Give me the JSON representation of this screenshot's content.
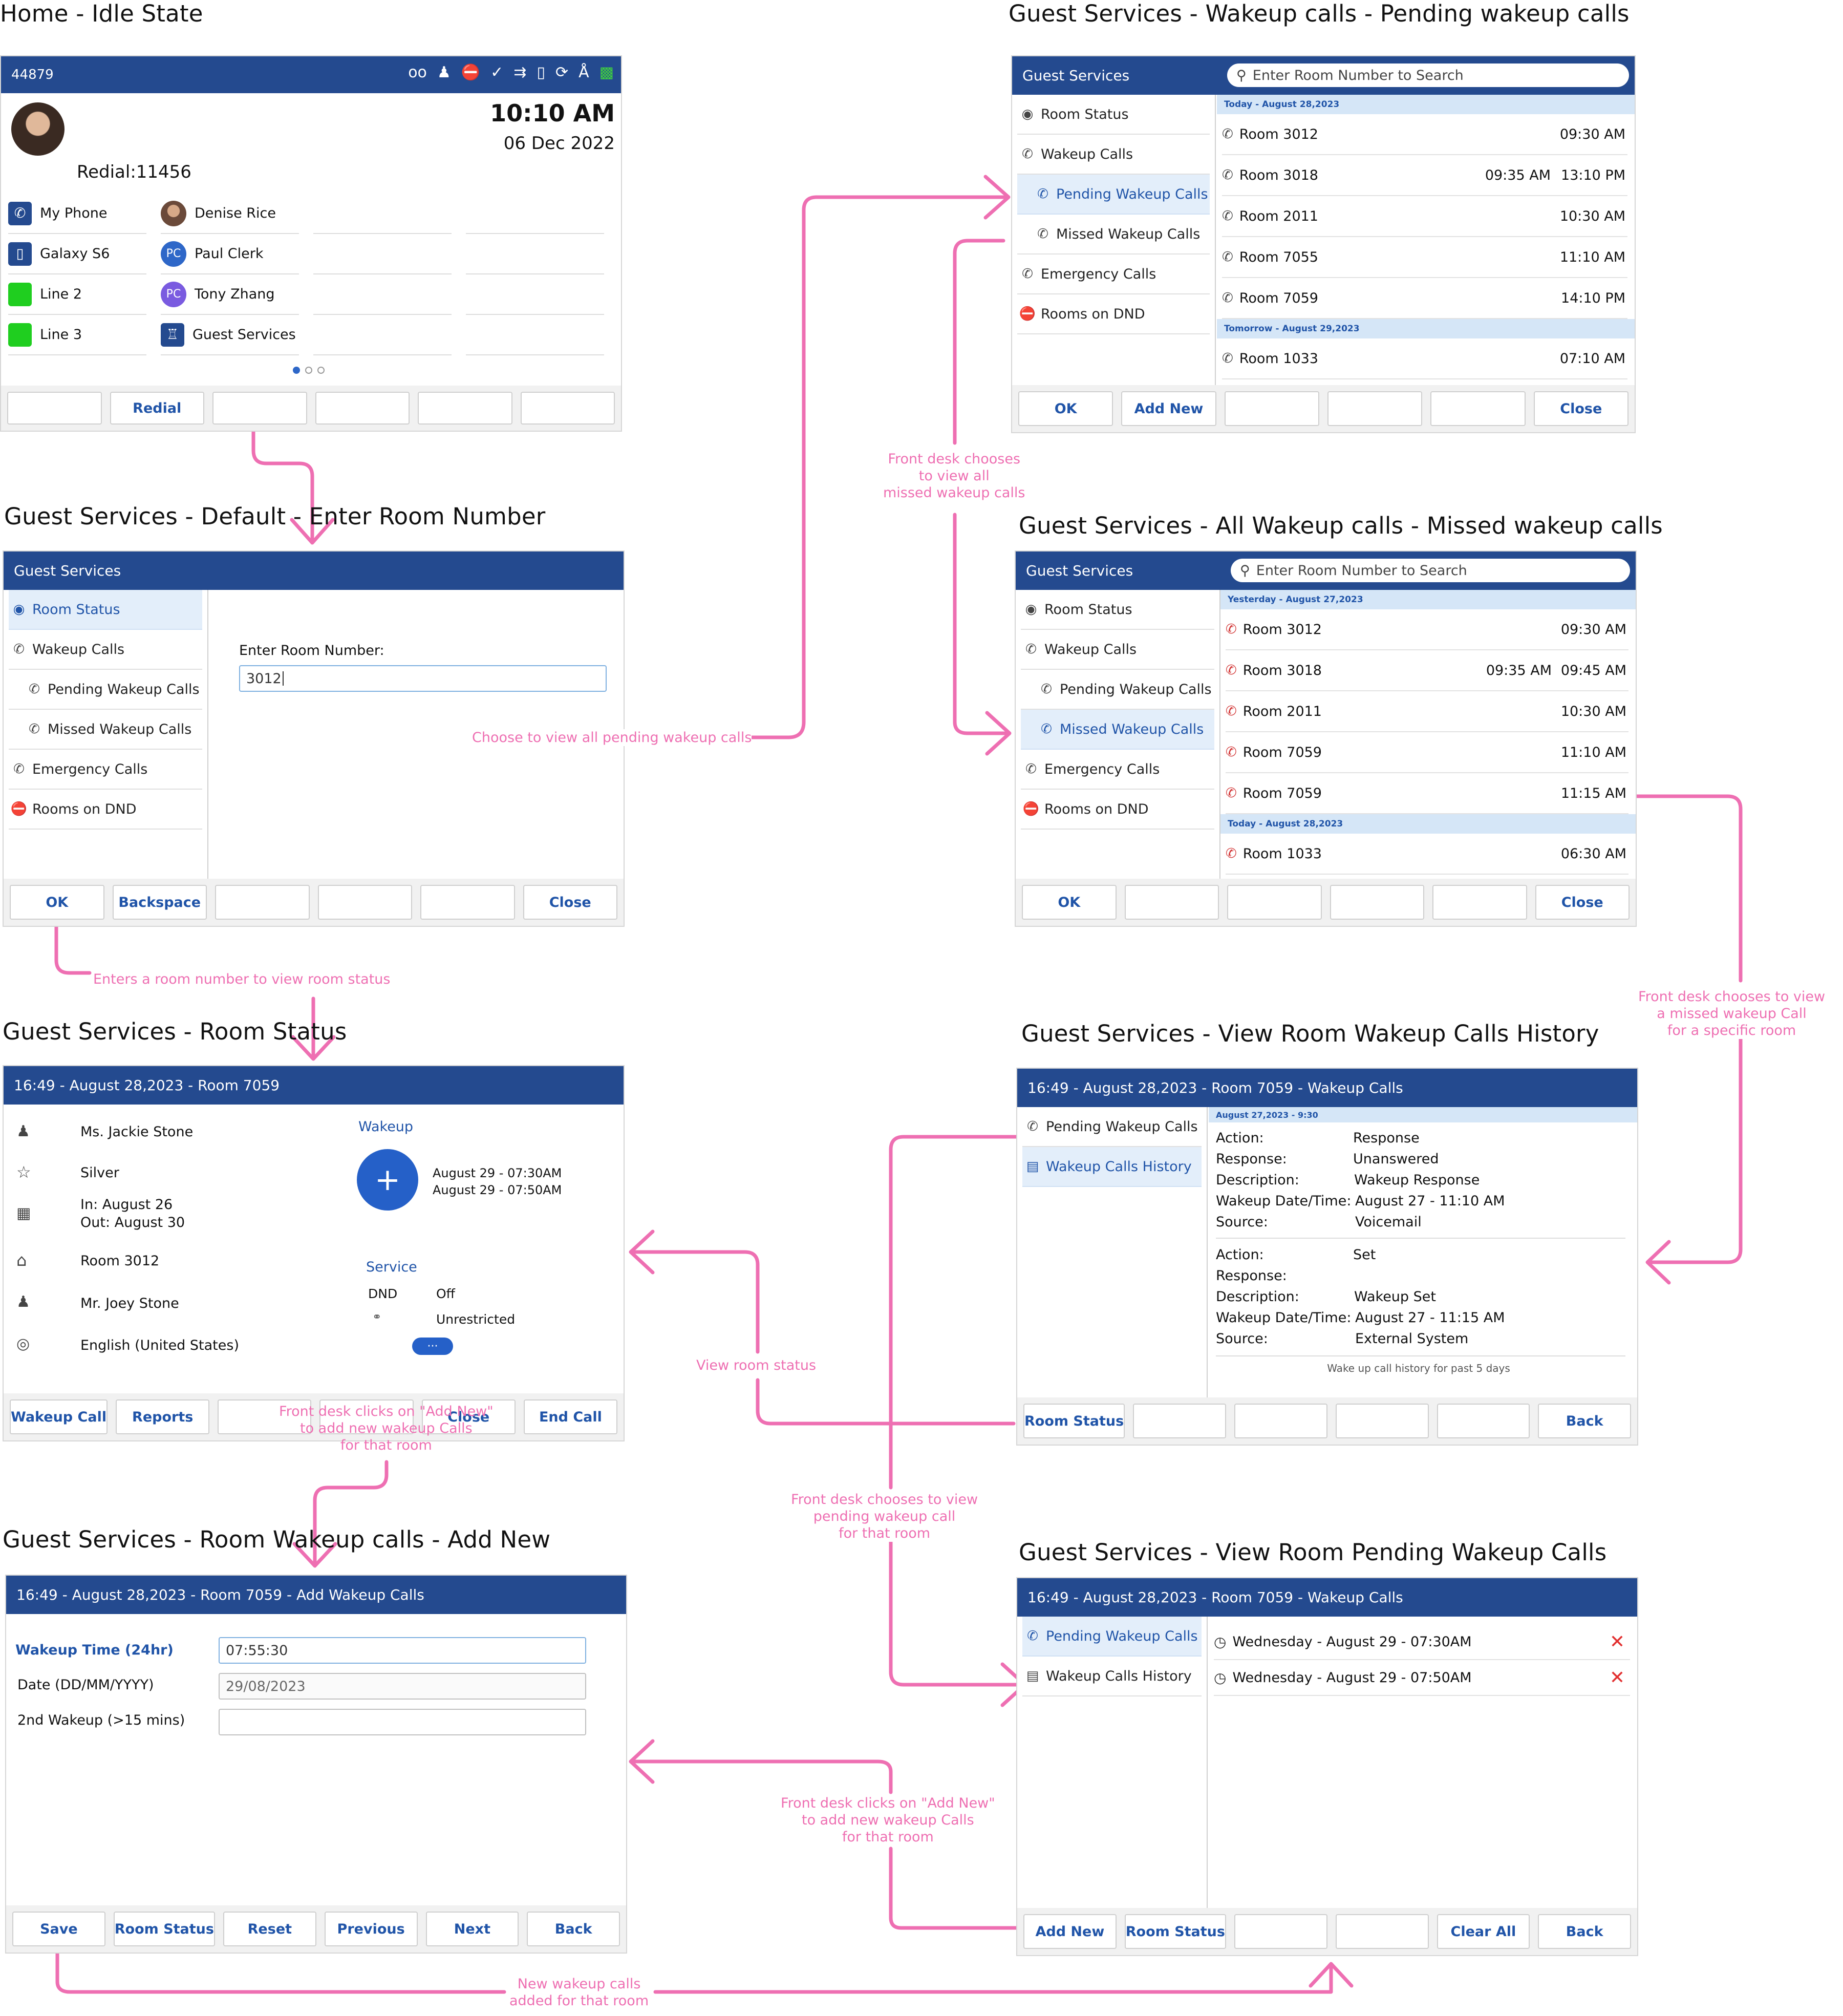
{
  "titles": {
    "home": "Home - Idle State",
    "pending": "Guest Services - Wakeup calls - Pending wakeup calls",
    "default": "Guest Services - Default - Enter Room Number",
    "missed": "Guest Services - All Wakeup calls - Missed wakeup calls",
    "room_status": "Guest Services - Room Status",
    "history": "Guest Services - View Room Wakeup Calls History",
    "add_new": "Guest Services - Room Wakeup calls - Add New",
    "view_pending": "Guest Services - View Room Pending Wakeup Calls"
  },
  "home": {
    "ext": "44879",
    "time": "10:10 AM",
    "date": "06 Dec 2022",
    "redial": "Redial:11456",
    "lines": [
      {
        "label": "My Phone",
        "icon": "phone-icon"
      },
      {
        "label": "Galaxy S6",
        "icon": "mobile-icon"
      },
      {
        "label": "Line 2",
        "icon": "line-status-icon"
      },
      {
        "label": "Line 3",
        "icon": "line-status-icon"
      }
    ],
    "contacts": [
      {
        "label": "Denise Rice",
        "badge": ""
      },
      {
        "label": "Paul Clerk",
        "badge": "PC"
      },
      {
        "label": "Tony Zhang",
        "badge": "PC"
      },
      {
        "label": "Guest Services",
        "badge": ""
      }
    ],
    "softkeys": [
      "",
      "Redial",
      "",
      "",
      "",
      ""
    ],
    "status_icons": [
      "voicemail-icon",
      "user-icon",
      "dnd-icon",
      "missed-call-icon",
      "forward-icon",
      "mobile-icon",
      "sync-icon",
      "bluetooth-icon",
      "network-icon"
    ],
    "colors": {
      "header": "#244a8f",
      "line_green": "#1fce1f",
      "badge_blue": "#2e67c8",
      "badge_purple": "#7a5be0"
    }
  },
  "gs_menu": {
    "room_status": "Room Status",
    "wakeup_calls": "Wakeup Calls",
    "pending": "Pending Wakeup Calls",
    "missed": "Missed Wakeup Calls",
    "emergency": "Emergency Calls",
    "dnd": "Rooms on DND"
  },
  "gs_header": "Guest Services",
  "search_placeholder": "Enter Room Number to Search",
  "pending": {
    "groups": [
      {
        "date": "Today - August 28,2023",
        "rows": [
          {
            "room": "Room 3012",
            "t1": "",
            "t2": "09:30 AM"
          },
          {
            "room": "Room 3018",
            "t1": "09:35 AM",
            "t2": "13:10 PM"
          },
          {
            "room": "Room 2011",
            "t1": "",
            "t2": "10:30 AM"
          },
          {
            "room": "Room 7055",
            "t1": "",
            "t2": "11:10 AM"
          },
          {
            "room": "Room 7059",
            "t1": "",
            "t2": "14:10 PM"
          }
        ]
      },
      {
        "date": "Tomorrow - August 29,2023",
        "rows": [
          {
            "room": "Room 1033",
            "t1": "",
            "t2": "07:10 AM"
          }
        ]
      }
    ],
    "softkeys": [
      "OK",
      "Add New",
      "",
      "",
      "",
      "Close"
    ]
  },
  "default": {
    "prompt": "Enter Room Number:",
    "value": "3012",
    "softkeys": [
      "OK",
      "Backspace",
      "",
      "",
      "",
      "Close"
    ]
  },
  "missed": {
    "groups": [
      {
        "date": "Yesterday - August 27,2023",
        "rows": [
          {
            "room": "Room 3012",
            "t1": "",
            "t2": "09:30 AM"
          },
          {
            "room": "Room 3018",
            "t1": "09:35 AM",
            "t2": "09:45 AM"
          },
          {
            "room": "Room 2011",
            "t1": "",
            "t2": "10:30 AM"
          },
          {
            "room": "Room 7059",
            "t1": "",
            "t2": "11:10 AM"
          },
          {
            "room": "Room 7059",
            "t1": "",
            "t2": "11:15 AM"
          }
        ]
      },
      {
        "date": "Today - August 28,2023",
        "rows": [
          {
            "room": "Room 1033",
            "t1": "",
            "t2": "06:30 AM"
          }
        ]
      }
    ],
    "softkeys": [
      "OK",
      "",
      "",
      "",
      "",
      "Close"
    ]
  },
  "room_status": {
    "header": "16:49 - August 28,2023 - Room 7059",
    "guest": "Ms. Jackie Stone",
    "tier": "Silver",
    "in": "In:   August 26",
    "out": "Out: August 30",
    "room": "Room 3012",
    "companion": "Mr. Joey Stone",
    "language": "English (United States)",
    "wakeup_title": "Wakeup",
    "wakeup_1": "August 29 - 07:30AM",
    "wakeup_2": "August 29 - 07:50AM",
    "service_title": "Service",
    "dnd_label": "DND",
    "dnd_value": "Off",
    "restrict_value": "Unrestricted",
    "more": "···",
    "softkeys": [
      "Wakeup Call",
      "Reports",
      "",
      "",
      "Close",
      "End Call"
    ]
  },
  "history": {
    "header": "16:49 - August 28,2023 - Room 7059 - Wakeup Calls",
    "menu": [
      "Pending Wakeup Calls",
      "Wakeup Calls History"
    ],
    "date": "August 27,2023 - 9:30",
    "records": [
      {
        "action": "Response",
        "response": "Unanswered",
        "description": "Wakeup Response",
        "datetime": "August 27 - 11:10 AM",
        "source": "Voicemail"
      },
      {
        "action": "Set",
        "response": "",
        "description": "Wakeup Set",
        "datetime": "August 27 - 11:15 AM",
        "source": "External System"
      }
    ],
    "keys": {
      "action": "Action:",
      "response": "Response:",
      "description": "Description:",
      "datetime": "Wakeup Date/Time:",
      "source": "Source:"
    },
    "footer": "Wake up call history for past 5 days",
    "softkeys": [
      "Room Status",
      "",
      "",
      "",
      "",
      "Back"
    ]
  },
  "add_new": {
    "header": "16:49 - August 28,2023 - Room 7059 -  Add Wakeup Calls",
    "fields": [
      {
        "label": "Wakeup Time (24hr)",
        "value": "07:55:30"
      },
      {
        "label": "Date (DD/MM/YYYY)",
        "value": "29/08/2023"
      },
      {
        "label": "2nd Wakeup (>15 mins)",
        "value": ""
      }
    ],
    "softkeys": [
      "Save",
      "Room Status",
      "Reset",
      "Previous",
      "Next",
      "Back"
    ]
  },
  "view_pending": {
    "header": "16:49 - August 28,2023 - Room 7059 - Wakeup Calls",
    "menu": [
      "Pending Wakeup Calls",
      "Wakeup Calls History"
    ],
    "rows": [
      "Wednesday - August 29 - 07:30AM",
      "Wednesday - August 29 - 07:50AM"
    ],
    "softkeys": [
      "Add New",
      "Room Status",
      "",
      "",
      "Clear All",
      "Back"
    ]
  },
  "annotations": {
    "choose_pending": "Choose to view all pending wakeup calls",
    "enter_room": "Enters a room number to view room status",
    "view_missed": "Front desk chooses\nto view all\nmissed wakeup calls",
    "view_missed_room": "Front desk chooses to view\na missed wakeup Call\nfor a specific room",
    "view_room_status": "View room status",
    "add_new_1": "Front desk clicks on \"Add New\"\nto add new wakeup Calls\nfor that room",
    "view_pending_room": "Front desk chooses to view\npending wakeup call\nfor that room",
    "add_new_2": "Front desk clicks on \"Add New\"\nto add new wakeup Calls\nfor that room",
    "new_added": "New wakeup calls\nadded for that room"
  },
  "flow_color": "#ee6fb2"
}
